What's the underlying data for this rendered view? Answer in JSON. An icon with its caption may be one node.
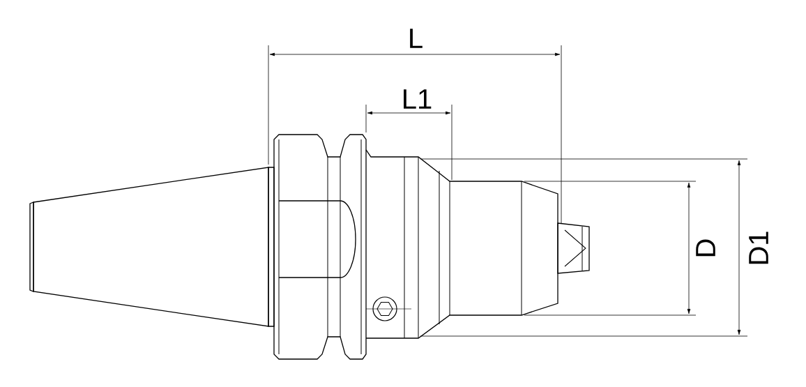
{
  "diagram": {
    "labels": [
      "L",
      "L1",
      "D",
      "D1"
    ]
  }
}
